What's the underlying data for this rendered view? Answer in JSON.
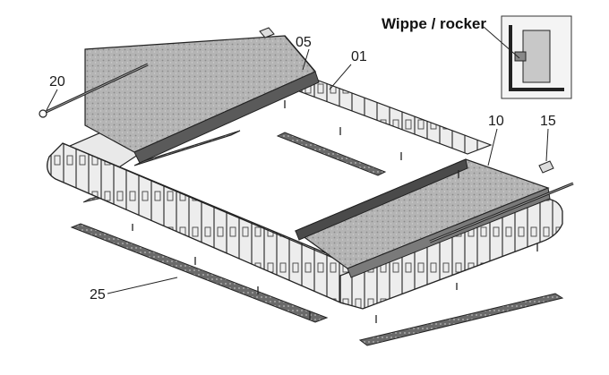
{
  "inset": {
    "caption": "Wippe / rocker"
  },
  "parts": [
    {
      "id": "05",
      "name": "blind-panel-top"
    },
    {
      "id": "01",
      "name": "frame-rail-rear"
    },
    {
      "id": "20",
      "name": "spring-rod"
    },
    {
      "id": "10",
      "name": "blind-panel-bottom"
    },
    {
      "id": "15",
      "name": "clip"
    },
    {
      "id": "25",
      "name": "seal-strip"
    }
  ],
  "colors": {
    "line": "#1a1a1a",
    "panel": "#a8a8a8",
    "frame": "#e8e8e8",
    "strip": "#6f6f6f"
  }
}
